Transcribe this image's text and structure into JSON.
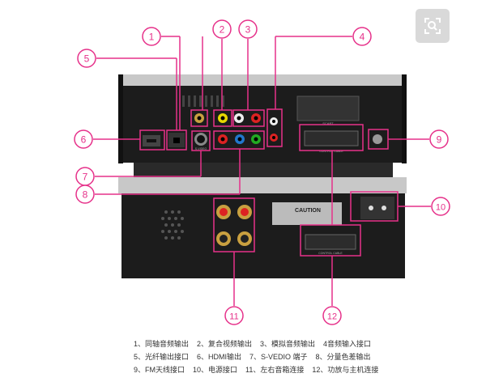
{
  "colors": {
    "callout": "#e6318a",
    "panel": "#1c1c1c",
    "chassis": "#b8b8b8"
  },
  "panel_labels": {
    "caution": "CAUTION",
    "control_cable_top": "CONTROL CABLE",
    "control_cable_bottom": "CONTROL CABLE",
    "svideo": "S-VIDEO",
    "scart": "SCART"
  },
  "callouts": [
    "1",
    "2",
    "3",
    "4",
    "5",
    "6",
    "7",
    "8",
    "9",
    "10",
    "11",
    "12"
  ],
  "legend": [
    [
      "1、同轴音频输出",
      "2、复合视频输出",
      "3、模拟音频输出",
      "4音频输入接口"
    ],
    [
      "5、光纤输出接口",
      "6、HDMI输出",
      "7、S-VEDIO 端子",
      "8、分量色差输出"
    ],
    [
      "9、FM天线接口",
      "10、电源接口",
      "11、左右音箱连接",
      "12、功放与主机连接"
    ]
  ],
  "toolbar": {
    "icon": "zoom-search-icon"
  }
}
